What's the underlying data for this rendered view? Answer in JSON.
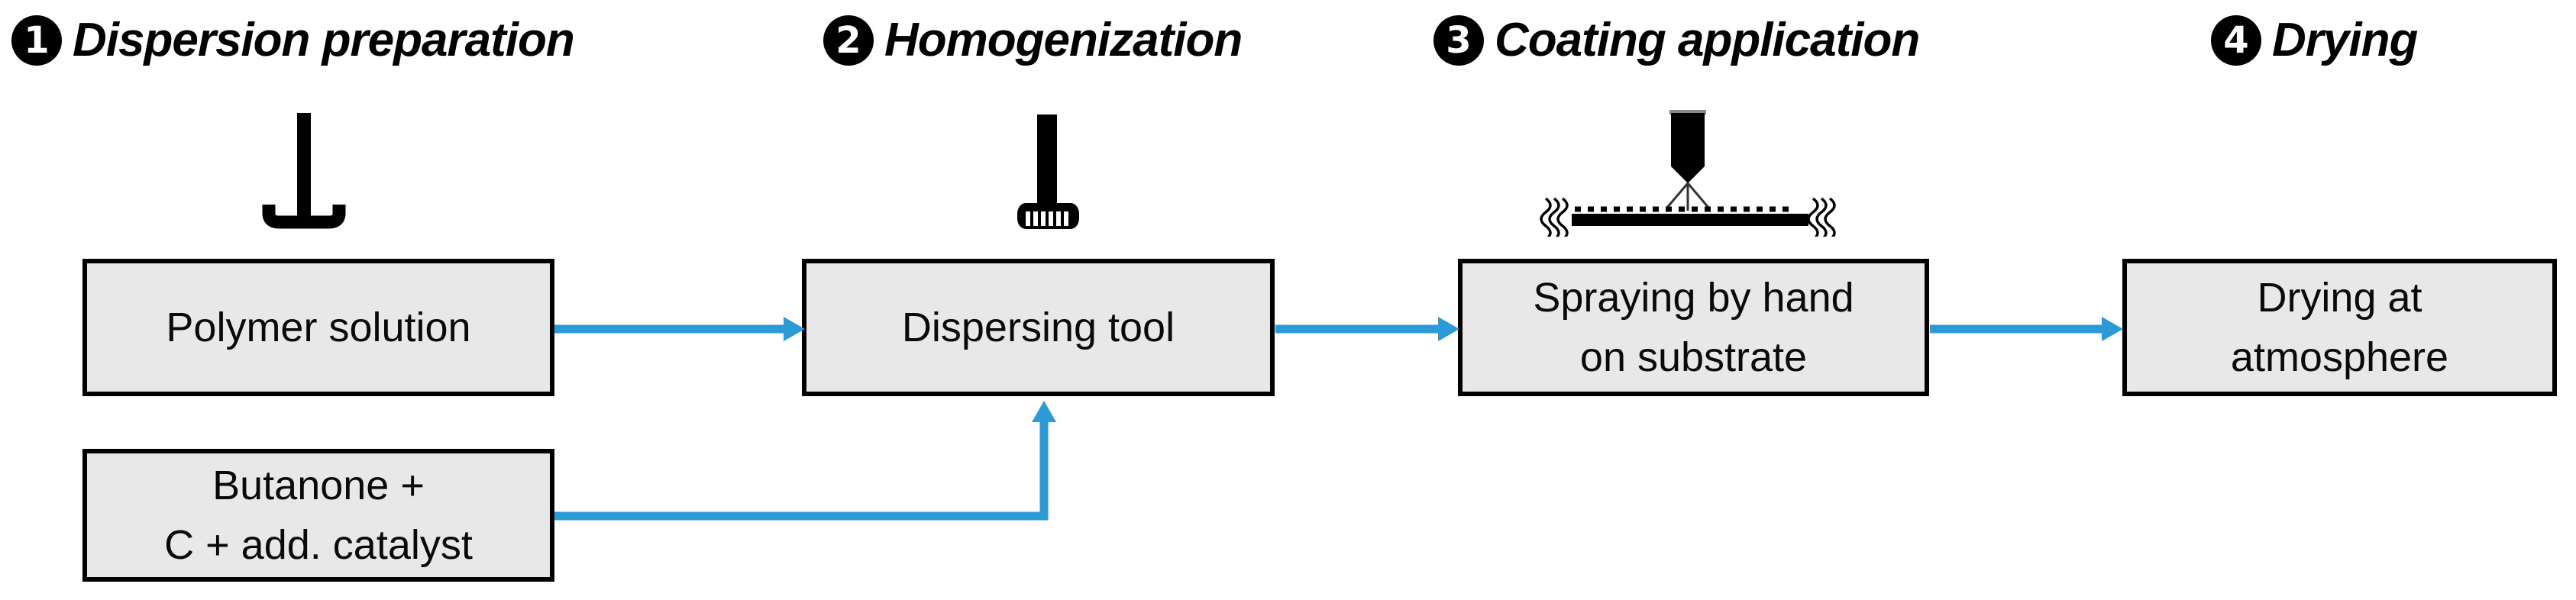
{
  "steps": [
    {
      "number": "1",
      "label": "Dispersion preparation"
    },
    {
      "number": "2",
      "label": "Homogenization"
    },
    {
      "number": "3",
      "label": "Coating application"
    },
    {
      "number": "4",
      "label": "Drying"
    }
  ],
  "boxes": [
    {
      "id": "polymer-solution",
      "lines": [
        "Polymer solution"
      ]
    },
    {
      "id": "butanone-catalyst",
      "lines": [
        "Butanone +",
        "C + add. catalyst"
      ]
    },
    {
      "id": "dispersing-tool",
      "lines": [
        "Dispersing tool"
      ]
    },
    {
      "id": "spraying-by-hand",
      "lines": [
        "Spraying by hand",
        "on substrate"
      ]
    },
    {
      "id": "drying-at-atmosphere",
      "lines": [
        "Drying at",
        "atmosphere"
      ]
    }
  ],
  "icons": [
    {
      "name": "anchor-stirrer-icon",
      "step": "1"
    },
    {
      "name": "homogenizer-icon",
      "step": "2"
    },
    {
      "name": "spray-on-heated-substrate-icon",
      "step": "3"
    }
  ],
  "connections": [
    {
      "from": "polymer-solution",
      "to": "dispersing-tool",
      "type": "straight-arrow"
    },
    {
      "from": "butanone-catalyst",
      "to": "dispersing-tool",
      "type": "elbow-arrow-up"
    },
    {
      "from": "dispersing-tool",
      "to": "spraying-by-hand",
      "type": "straight-arrow"
    },
    {
      "from": "spraying-by-hand",
      "to": "drying-at-atmosphere",
      "type": "straight-arrow"
    }
  ],
  "colors": {
    "arrow_blue": "#2B9AD6",
    "box_fill": "#E8E8E8",
    "box_border": "#000000",
    "step_badge": "#000000",
    "text": "#000000"
  }
}
